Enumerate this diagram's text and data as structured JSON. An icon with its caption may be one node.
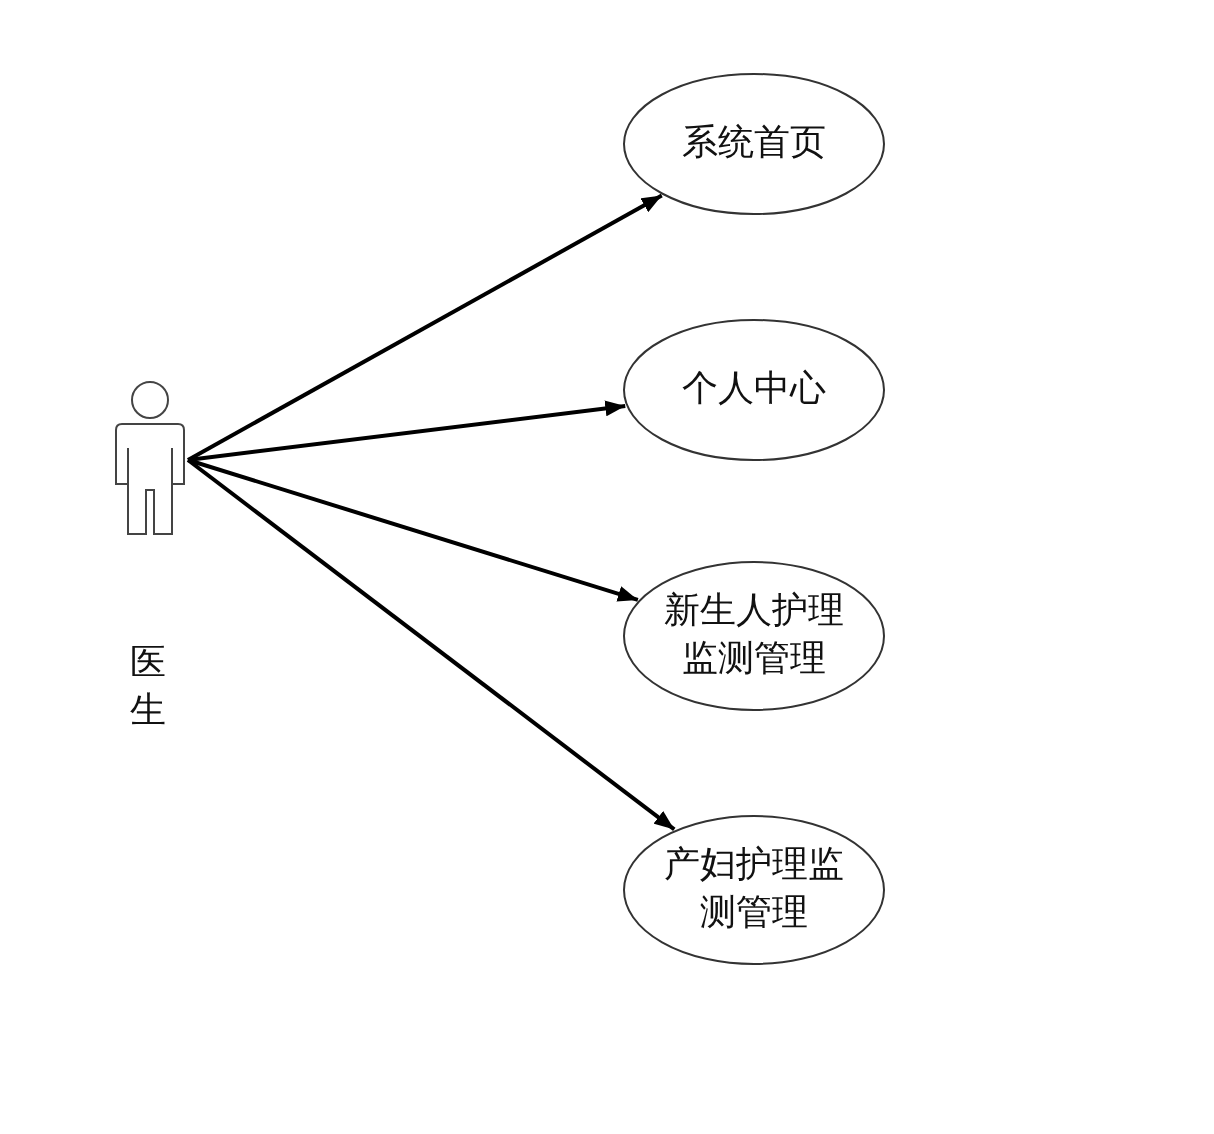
{
  "diagram": {
    "nodes": [
      {
        "text": [],
        "shape": "person",
        "beside": [
          "医生"
        ]
      },
      {
        "text": [
          "系统首页"
        ]
      },
      {
        "text": [
          "个人中心"
        ]
      },
      {
        "text": [
          "新生人护理监测管理"
        ]
      },
      {
        "text": [
          "产妇护理监测管理"
        ]
      }
    ],
    "edges": [
      {
        "from": 0,
        "to": 1,
        "arrow": "to"
      },
      {
        "from": 0,
        "to": 2,
        "arrow": "to"
      },
      {
        "from": 0,
        "to": 3,
        "arrow": "to"
      },
      {
        "from": 0,
        "to": 4,
        "arrow": "to"
      }
    ]
  }
}
